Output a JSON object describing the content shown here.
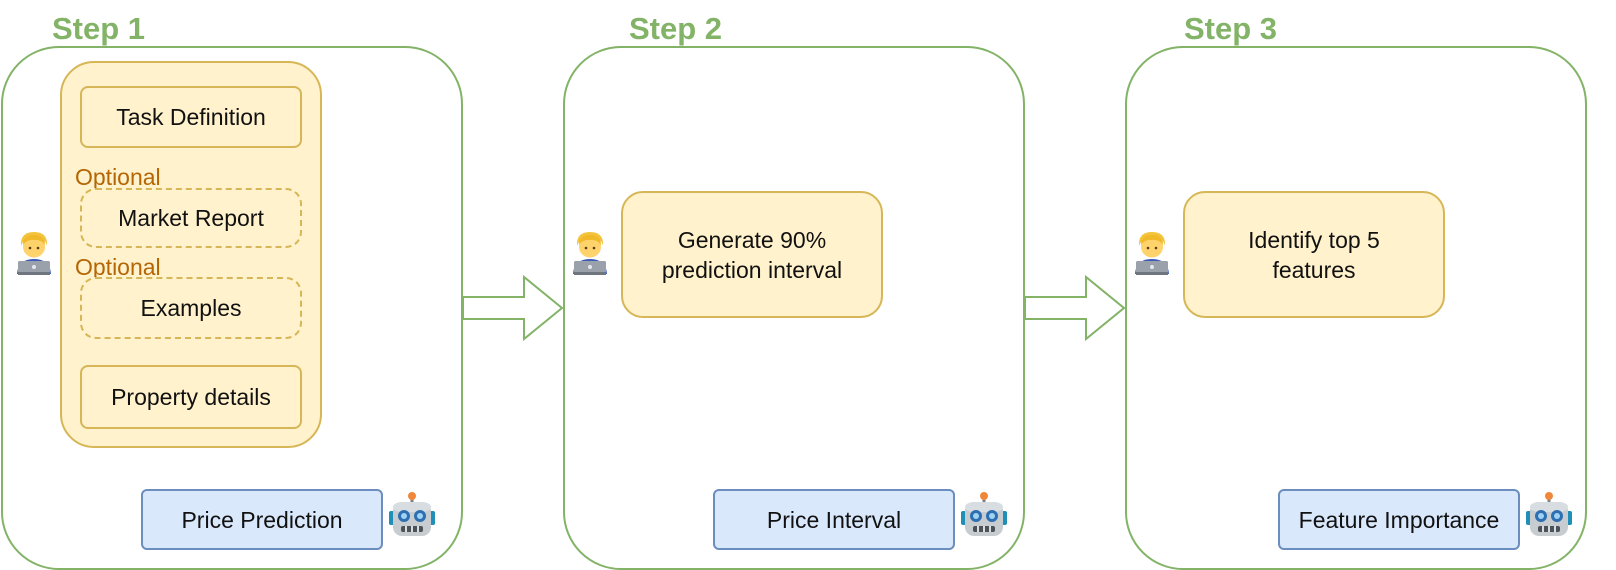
{
  "steps": [
    {
      "title": "Step 1",
      "group": {
        "task_definition": "Task Definition",
        "optional_1": "Optional",
        "market_report": "Market Report",
        "optional_2": "Optional",
        "examples": "Examples",
        "property_details": "Property details"
      },
      "output": "Price Prediction"
    },
    {
      "title": "Step 2",
      "prompt": "Generate 90% prediction interval",
      "output": "Price Interval"
    },
    {
      "title": "Step 3",
      "prompt": "Identify top 5 features",
      "output": "Feature Importance"
    }
  ],
  "icons": {
    "human": "person-with-laptop-icon",
    "model": "robot-icon"
  },
  "colors": {
    "panel_border": "#82b366",
    "step_title": "#82b366",
    "yellow_fill": "#fff2cc",
    "yellow_border": "#d6b656",
    "blue_fill": "#dae8fc",
    "blue_border": "#6c8ebf",
    "optional_text": "#b46504"
  }
}
